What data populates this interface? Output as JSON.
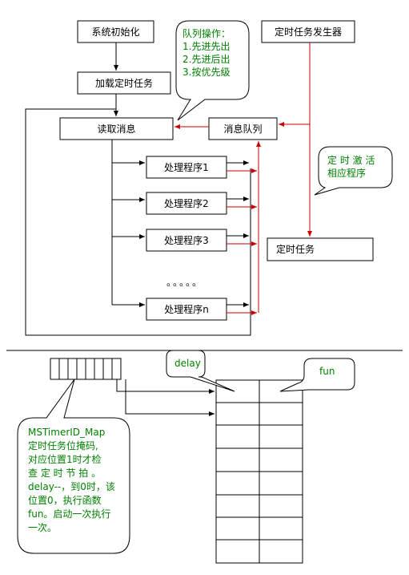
{
  "boxes": {
    "sys_init": "系统初始化",
    "load_task": "加载定时任务",
    "read_msg": "读取消息",
    "msg_queue": "消息队列",
    "timer_gen": "定时任务发生器",
    "timer_task": "定时任务",
    "handlers": [
      "处理程序1",
      "处理程序2",
      "处理程序3",
      "处理程序n"
    ],
    "ellipsis": "。。。。。"
  },
  "callouts": {
    "queue_ops": [
      "队列操作：",
      "1.先进先出",
      "2.先进后出",
      "3.按优先级"
    ],
    "activate": [
      "定 时 激 活",
      "相应程序"
    ],
    "delay": "delay",
    "fun": "fun",
    "map_note": [
      "MSTimerID_Map",
      "定时任务位掩码,",
      "对应位置1时才检",
      "查 定 时 节 拍 。",
      "delay--，到0时，该",
      "位置0，执行函数",
      "fun。启动一次执行",
      "一次。"
    ]
  },
  "colors": {
    "red_arrow": "#cc0000",
    "green_text": "#008000"
  }
}
